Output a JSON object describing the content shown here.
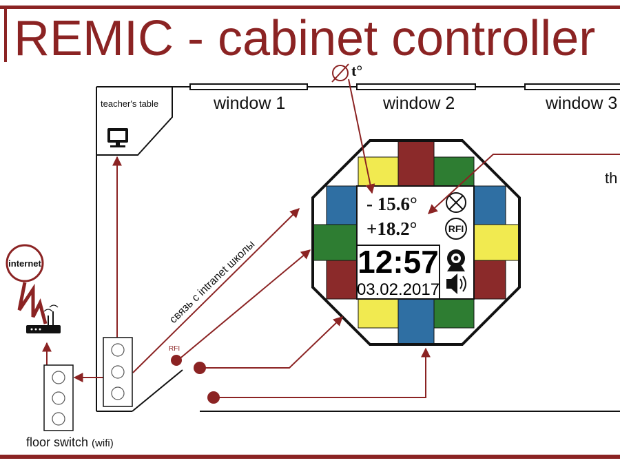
{
  "title": "REMIC - cabinet controller",
  "windows": [
    "window 1",
    "window 2",
    "window 3"
  ],
  "teacher_table_label": "teacher's table",
  "sensor_label": "t°",
  "panel": {
    "temp_outside": "- 15.6°",
    "temp_inside": "+18.2°",
    "time": "12:57",
    "date": "03.02.2017",
    "rfi_badge": "RFI"
  },
  "intranet_label": "связь с intranet школы",
  "rfi_reader_label": "RFI",
  "internet_label": "internet",
  "floor_switch_label": "floor switch",
  "floor_switch_sub": "(wifi)",
  "cutoff_label": "th",
  "colors": {
    "accent": "#8b2323",
    "red": "#8b2a2a",
    "green": "#2e7d32",
    "blue": "#2f6fa3",
    "yellow": "#f1ea50"
  },
  "icons": [
    "monitor-icon",
    "thermometer-sensor-icon",
    "fan-off-icon",
    "rfi-icon",
    "webcam-icon",
    "speaker-icon",
    "router-icon",
    "lightning-icon"
  ]
}
